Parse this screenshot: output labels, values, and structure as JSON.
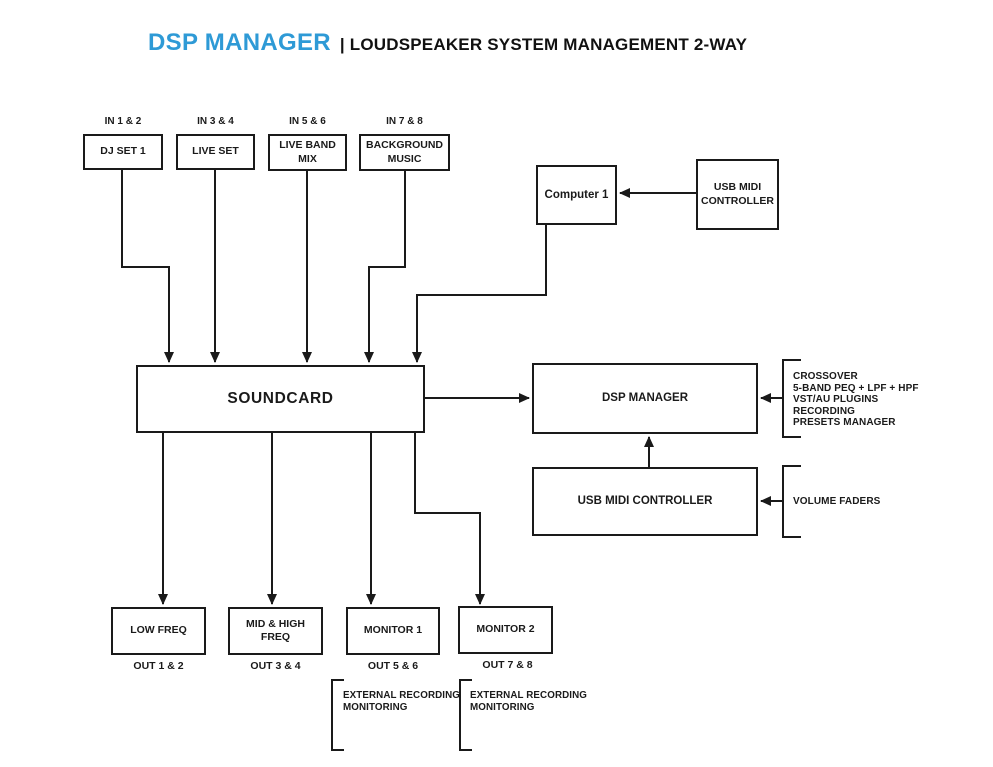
{
  "title": {
    "brand": "DSP MANAGER",
    "subtitle": "| LOUDSPEAKER SYSTEM MANAGEMENT 2-WAY"
  },
  "colors": {
    "brand_blue": "#2e9ad6",
    "line": "#1a1a1a",
    "background": "#ffffff"
  },
  "inputs": [
    {
      "port": "IN 1 & 2",
      "label": "DJ SET 1"
    },
    {
      "port": "IN 3 & 4",
      "label": "LIVE SET"
    },
    {
      "port": "IN 5 & 6",
      "label": "LIVE BAND MIX"
    },
    {
      "port": "IN 7 & 8",
      "label": "BACKGROUND MUSIC"
    }
  ],
  "nodes": {
    "computer": "Computer 1",
    "usb_midi_top": "USB MIDI CONTROLLER",
    "soundcard": "SOUNDCARD",
    "dsp_manager": "DSP MANAGER",
    "usb_midi_bottom": "USB MIDI CONTROLLER"
  },
  "dsp_features": [
    "CROSSOVER",
    "5-BAND PEQ + LPF + HPF",
    "VST/AU PLUGINS",
    "RECORDING",
    "PRESETS MANAGER"
  ],
  "midi_annotation": "VOLUME FADERS",
  "outputs": [
    {
      "label": "LOW FREQ",
      "port": "OUT 1 & 2"
    },
    {
      "label": "MID & HIGH FREQ",
      "port": "OUT 3 & 4"
    },
    {
      "label": "MONITOR 1",
      "port": "OUT 5 & 6"
    },
    {
      "label": "MONITOR 2",
      "port": "OUT 7 & 8"
    }
  ],
  "monitor_annotations": [
    "EXTERNAL RECORDING MONITORING",
    "EXTERNAL RECORDING MONITORING"
  ]
}
